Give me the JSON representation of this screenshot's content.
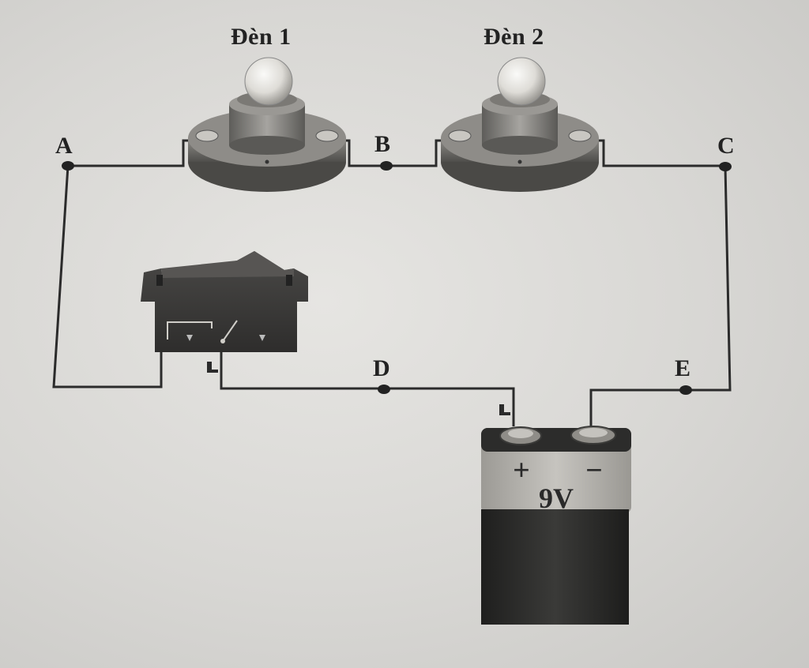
{
  "diagram": {
    "lamps": [
      {
        "label": "Đèn 1"
      },
      {
        "label": "Đèn 2"
      }
    ],
    "points": {
      "A": "A",
      "B": "B",
      "C": "C",
      "D": "D",
      "E": "E"
    },
    "battery": {
      "plus": "+",
      "minus": "−",
      "voltage": "9V"
    },
    "colors": {
      "wire": "#2b2b2b",
      "lamp_base": "#6e6c69",
      "bulb": "#e9e7e2",
      "switch": "#3d3c3a",
      "battery_top": "#b9b7b2",
      "battery_body": "#2c2c2b"
    }
  }
}
